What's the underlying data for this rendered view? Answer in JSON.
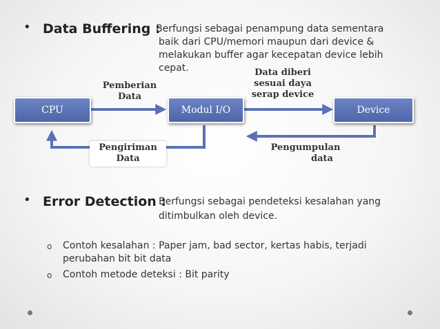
{
  "bullet1": {
    "marker": "•",
    "term": "Data Buffering :",
    "lines": [
      "Berfungsi sebagai penampung data sementara",
      "baik dari CPU/memori maupun dari device &",
      "melakukan buffer agar kecepatan device lebih",
      "cepat."
    ]
  },
  "diagram": {
    "nodes": {
      "cpu": "CPU",
      "modul": "Modul I/O",
      "device": "Device"
    },
    "labels": {
      "pemberian": [
        "Pemberian",
        "Data"
      ],
      "pengiriman": [
        "Pengiriman",
        "Data"
      ],
      "diberi": [
        "Data diberi",
        "sesuai daya",
        "serap device"
      ],
      "pengumpulan": [
        "Pengumpulan",
        "data"
      ]
    },
    "colors": {
      "box": "#5a72b5",
      "arrow": "#5a72b5"
    }
  },
  "bullet2": {
    "marker": "•",
    "term": "Error Detection :",
    "lines": [
      "Berfungsi sebagai pendeteksi kesalahan yang",
      "ditimbulkan oleh device."
    ]
  },
  "subitems": [
    {
      "marker": "o",
      "lines": [
        "Contoh kesalahan : Paper jam, bad sector, kertas habis, terjadi",
        "perubahan bit bit data"
      ]
    },
    {
      "marker": "o",
      "lines": [
        "Contoh metode deteksi : Bit parity"
      ]
    }
  ]
}
